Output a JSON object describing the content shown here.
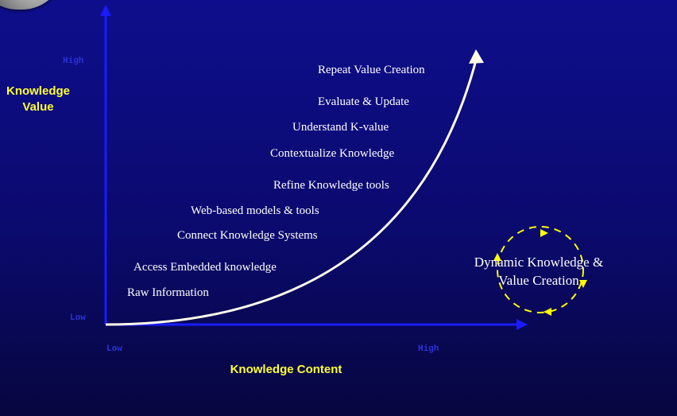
{
  "y_axis": {
    "title_line1": "Knowledge",
    "title_line2": "Value",
    "tick_high": "High",
    "tick_low": "Low"
  },
  "x_axis": {
    "title": "Knowledge Content",
    "tick_low": "Low",
    "tick_high": "High"
  },
  "steps": [
    "Repeat Value Creation",
    "Evaluate & Update",
    "Understand K-value",
    "Contextualize Knowledge",
    "Refine Knowledge tools",
    "Web-based models & tools",
    "Connect Knowledge Systems",
    "Access Embedded knowledge",
    "Raw Information"
  ],
  "cycle": {
    "line1": "Dynamic Knowledge &",
    "line2": "Value Creation"
  },
  "colors": {
    "background": "#0e0e8c",
    "axis": "#1a1aff",
    "title": "#ffff33",
    "tick": "#2a33d8",
    "curve": "#fffde8",
    "cycle": "#ffff00"
  }
}
